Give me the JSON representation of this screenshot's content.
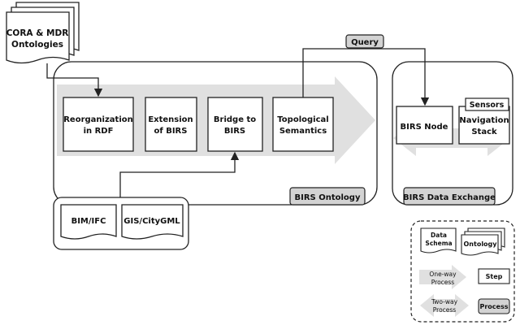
{
  "sources": {
    "line1": "CORA & MDR",
    "line2": "Ontologies"
  },
  "steps": {
    "reorg": {
      "line1": "Reorganization",
      "line2": "in RDF"
    },
    "ext": {
      "line1": "Extension",
      "line2": "of BIRS"
    },
    "bridge": {
      "line1": "Bridge to",
      "line2": "BIRS"
    },
    "topo": {
      "line1": "Topological",
      "line2": "Semantics"
    },
    "node": {
      "line1": "BIRS Node"
    },
    "nav": {
      "line1": "Navigation",
      "line2": "Stack"
    }
  },
  "query_label": "Query",
  "sensors_label": "Sensors",
  "inputs": {
    "bim": "BIM/IFC",
    "gis": "GIS/CityGML"
  },
  "process_labels": {
    "ontology": "BIRS Ontology",
    "exchange": "BIRS Data Exchange"
  },
  "legend": {
    "data_schema_line1": "Data",
    "data_schema_line2": "Schema",
    "ontology": "Ontology",
    "oneway_line1": "One-way",
    "oneway_line2": "Process",
    "step": "Step",
    "twoway_line1": "Two-way",
    "twoway_line2": "Process",
    "process": "Process"
  },
  "colors": {
    "arrow_fill": "#e0e0e0",
    "label_fill": "#d3d3d3",
    "stroke": "#222222"
  }
}
